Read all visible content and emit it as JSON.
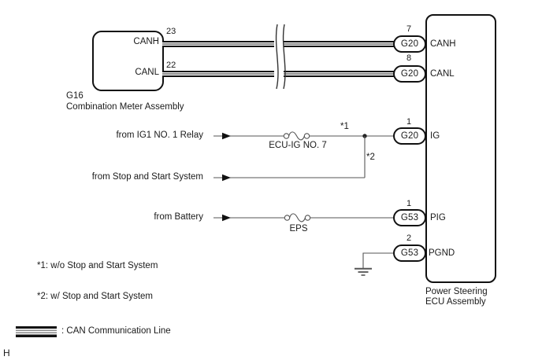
{
  "colors": {
    "ink": "#1a1a1a",
    "wire": "#555555",
    "can_stripe_gray": "#8a8a8a"
  },
  "left_component": {
    "code": "G16",
    "name": "Combination Meter Assembly",
    "ports": [
      {
        "pin": "23",
        "label": "CANH"
      },
      {
        "pin": "22",
        "label": "CANL"
      }
    ]
  },
  "right_component": {
    "name_line1": "Power Steering",
    "name_line2": "ECU Assembly",
    "ports": [
      {
        "pin": "7",
        "connector": "G20",
        "label": "CANH"
      },
      {
        "pin": "8",
        "connector": "G20",
        "label": "CANL"
      },
      {
        "pin": "1",
        "connector": "G20",
        "label": "IG"
      },
      {
        "pin": "1",
        "connector": "G53",
        "label": "PIG"
      },
      {
        "pin": "2",
        "connector": "G53",
        "label": "PGND"
      }
    ]
  },
  "sources": [
    {
      "label": "from IG1 NO. 1 Relay"
    },
    {
      "label": "from Stop and Start System"
    },
    {
      "label": "from Battery"
    }
  ],
  "fuses": [
    {
      "label": "ECU-IG NO. 7"
    },
    {
      "label": "EPS"
    }
  ],
  "markers": {
    "star1": "*1",
    "star2": "*2"
  },
  "notes": [
    {
      "text": "*1: w/o Stop and Start System"
    },
    {
      "text": "*2: w/ Stop and Start System"
    }
  ],
  "legend": {
    "label": ": CAN Communication Line"
  },
  "page_marker": "H"
}
